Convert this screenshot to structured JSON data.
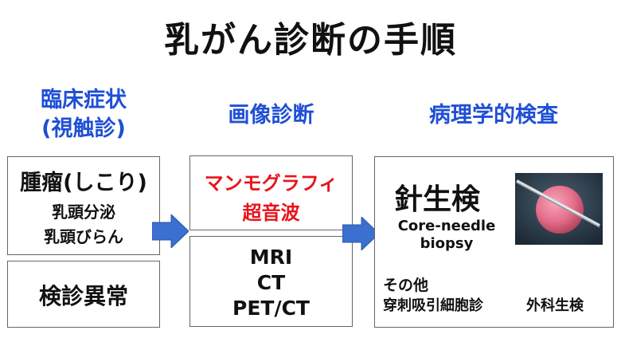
{
  "title": "乳がん診断の手順",
  "columns": {
    "clinical": {
      "heading_line1": "臨床症状",
      "heading_line2": "(視触診)",
      "box1_main": "腫瘤(しこり)",
      "box1_sub1": "乳頭分泌",
      "box1_sub2": "乳頭びらん",
      "box2_main": "検診異常"
    },
    "imaging": {
      "heading": "画像診断",
      "box1_line1": "マンモグラフィ",
      "box1_line2": "超音波",
      "box2_line1": "MRI",
      "box2_line2": "CT",
      "box2_line3": "PET/CT"
    },
    "pathology": {
      "heading": "病理学的検査",
      "main": "針生検",
      "en_line1": "Core-needle",
      "en_line2": "biopsy",
      "other_label": "その他",
      "other_item1": "穿刺吸引細胞診",
      "other_item2": "外科生検"
    }
  },
  "colors": {
    "heading": "#1f4fd6",
    "highlight": "#e8141c",
    "arrow": "#3b6fd0"
  },
  "icons": [
    "arrow-right-icon",
    "needle-biopsy-image"
  ]
}
